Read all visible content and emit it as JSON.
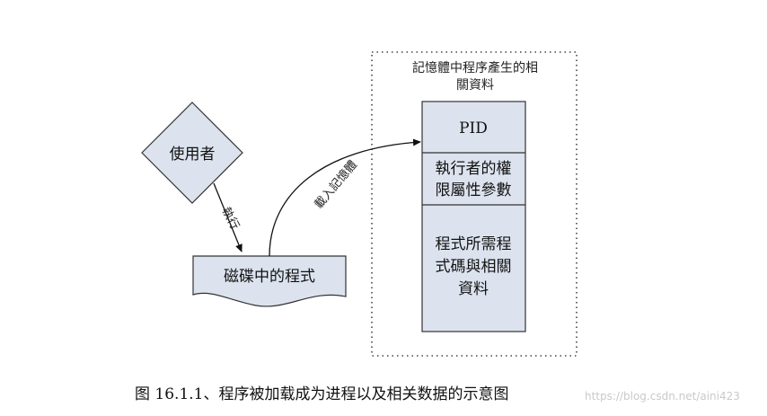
{
  "memory_region": {
    "title_line1": "記憶體中程序產生的相",
    "title_line2": "關資料"
  },
  "user": {
    "label": "使用者"
  },
  "execute_label": "執行",
  "disk_program": {
    "label": "磁碟中的程式"
  },
  "load_label": "載入記憶體",
  "process_block": {
    "pid": "PID",
    "permission_line1": "執行者的權",
    "permission_line2": "限屬性參數",
    "code_line1": "程式所需程",
    "code_line2": "式碼與相關",
    "code_line3": "資料"
  },
  "caption": "图 16.1.1、程序被加载成为进程以及相关数据的示意图",
  "watermark": "https://blog.csdn.net/aini423",
  "colors": {
    "fill": "#dce3ee",
    "stroke": "#333333"
  }
}
